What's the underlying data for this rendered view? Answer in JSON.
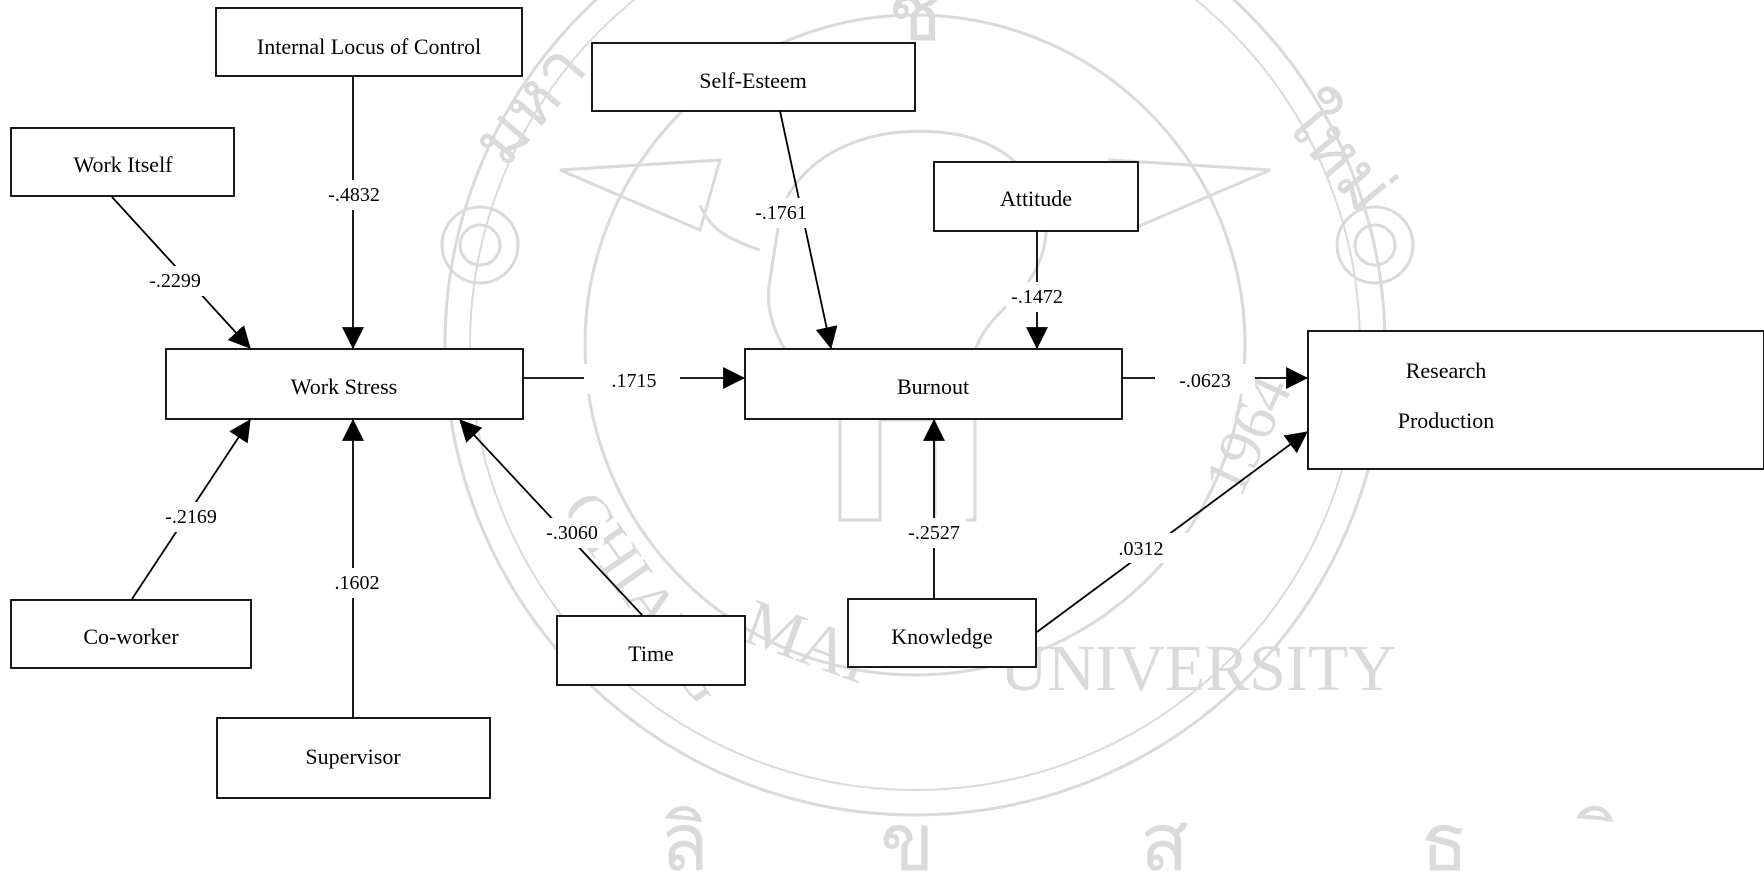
{
  "nodes": [
    {
      "id": "internal_locus",
      "label": "Internal Locus of Control"
    },
    {
      "id": "self_esteem",
      "label": "Self-Esteem"
    },
    {
      "id": "work_itself",
      "label": "Work Itself"
    },
    {
      "id": "attitude",
      "label": "Attitude"
    },
    {
      "id": "work_stress",
      "label": "Work Stress"
    },
    {
      "id": "burnout",
      "label": "Burnout"
    },
    {
      "id": "research_production",
      "label_lines": [
        "Research",
        "Production"
      ]
    },
    {
      "id": "co_worker",
      "label": "Co-worker"
    },
    {
      "id": "time",
      "label": "Time"
    },
    {
      "id": "knowledge",
      "label": "Knowledge"
    },
    {
      "id": "supervisor",
      "label": "Supervisor"
    }
  ],
  "paths": [
    {
      "from": "internal_locus",
      "to": "work_stress",
      "coefficient": "-.4832"
    },
    {
      "from": "work_itself",
      "to": "work_stress",
      "coefficient": "-.2299"
    },
    {
      "from": "co_worker",
      "to": "work_stress",
      "coefficient": "-.2169"
    },
    {
      "from": "supervisor",
      "to": "work_stress",
      "coefficient": ".1602"
    },
    {
      "from": "time",
      "to": "work_stress",
      "coefficient": "-.3060"
    },
    {
      "from": "work_stress",
      "to": "burnout",
      "coefficient": ".1715"
    },
    {
      "from": "self_esteem",
      "to": "burnout",
      "coefficient": "-.1761"
    },
    {
      "from": "attitude",
      "to": "burnout",
      "coefficient": "-.1472"
    },
    {
      "from": "knowledge",
      "to": "burnout",
      "coefficient": "-.2527"
    },
    {
      "from": "burnout",
      "to": "research_production",
      "coefficient": "-.0623"
    },
    {
      "from": "knowledge",
      "to": "research_production",
      "coefficient": ".0312"
    }
  ],
  "watermark": {
    "description": "Chiang Mai University seal",
    "text": "CHIANG MAI UNIVERSITY 1964",
    "color": "#d6d6d6"
  },
  "colors": {
    "line": "#000000",
    "box_fill": "#ffffff",
    "watermark": "#d6d6d6"
  }
}
